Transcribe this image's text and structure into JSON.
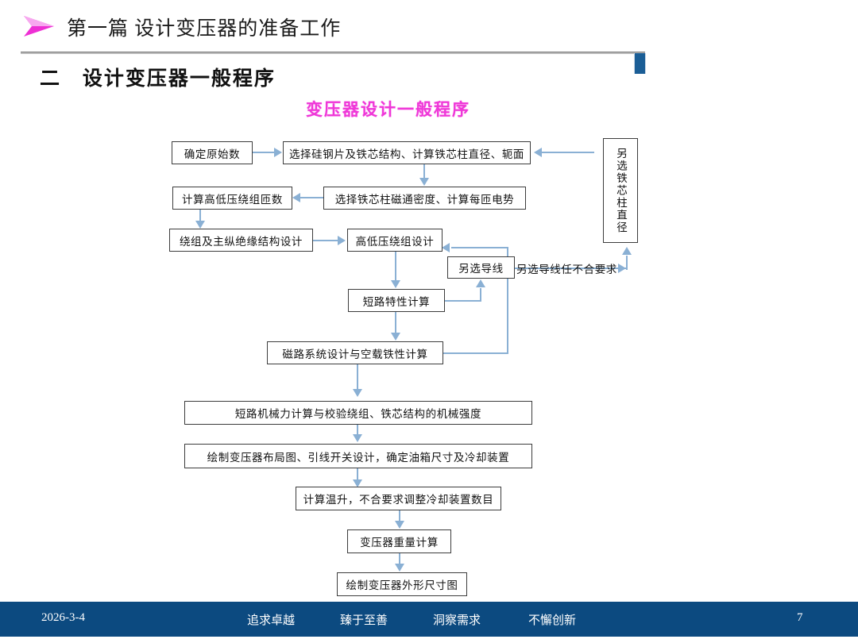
{
  "header": {
    "bullet_icon": "triangle-right-icon",
    "bullet_color": "#ee2fd4",
    "title": "第一篇  设计变压器的准备工作",
    "section_number": "二",
    "section_title": "设计变压器一般程序",
    "accent_color": "#1b5e96"
  },
  "chart_data": {
    "type": "diagram",
    "title": "变压器设计一般程序",
    "title_color": "#ef38d8",
    "box_border_color": "#3c3c3c",
    "connector_color": "#8ab0d4",
    "nodes": [
      {
        "id": "n1",
        "label": "确定原始数"
      },
      {
        "id": "n2",
        "label": "选择硅钢片及铁芯结构、计算铁芯柱直径、轭面"
      },
      {
        "id": "n3",
        "label": "选择铁芯柱磁通密度、计算每匝电势"
      },
      {
        "id": "n4",
        "label": "计算高低压绕组匝数"
      },
      {
        "id": "n5",
        "label": "绕组及主纵绝缘结构设计"
      },
      {
        "id": "n6",
        "label": "高低压绕组设计"
      },
      {
        "id": "n7",
        "label": "短路特性计算"
      },
      {
        "id": "n8",
        "label": "磁路系统设计与空载铁性计算"
      },
      {
        "id": "n9",
        "label": "短路机械力计算与校验绕组、铁芯结构的机械强度"
      },
      {
        "id": "n10",
        "label": "绘制变压器布局图、引线开关设计，确定油箱尺寸及冷却装置"
      },
      {
        "id": "n11",
        "label": "计算温升，不合要求调整冷却装置数目"
      },
      {
        "id": "n12",
        "label": "变压器重量计算"
      },
      {
        "id": "n13",
        "label": "绘制变压器外形尺寸图"
      },
      {
        "id": "n14",
        "label": "另选导线"
      },
      {
        "id": "n15",
        "label": "另选铁芯柱直径",
        "orientation": "vertical"
      }
    ],
    "edge_labels": [
      {
        "id": "e1",
        "label": "另选导线任不合要求"
      }
    ],
    "edges": [
      "n1->n2",
      "n2->n3",
      "n3->n4",
      "n4->n5",
      "n5->n6",
      "n6->n7",
      "n7->n8",
      "n8->n9",
      "n9->n10",
      "n10->n11",
      "n11->n12",
      "n12->n13",
      "n7->n14",
      "n8->n14",
      "n14->n6",
      "n14->n15",
      "n15->n2"
    ]
  },
  "footer": {
    "date": "2026-3-4",
    "slogan_1": "追求卓越",
    "slogan_2": "臻于至善",
    "slogan_3": "洞察需求",
    "slogan_4": "不懈创新",
    "page_number": "7",
    "background": "#0c4a80"
  }
}
